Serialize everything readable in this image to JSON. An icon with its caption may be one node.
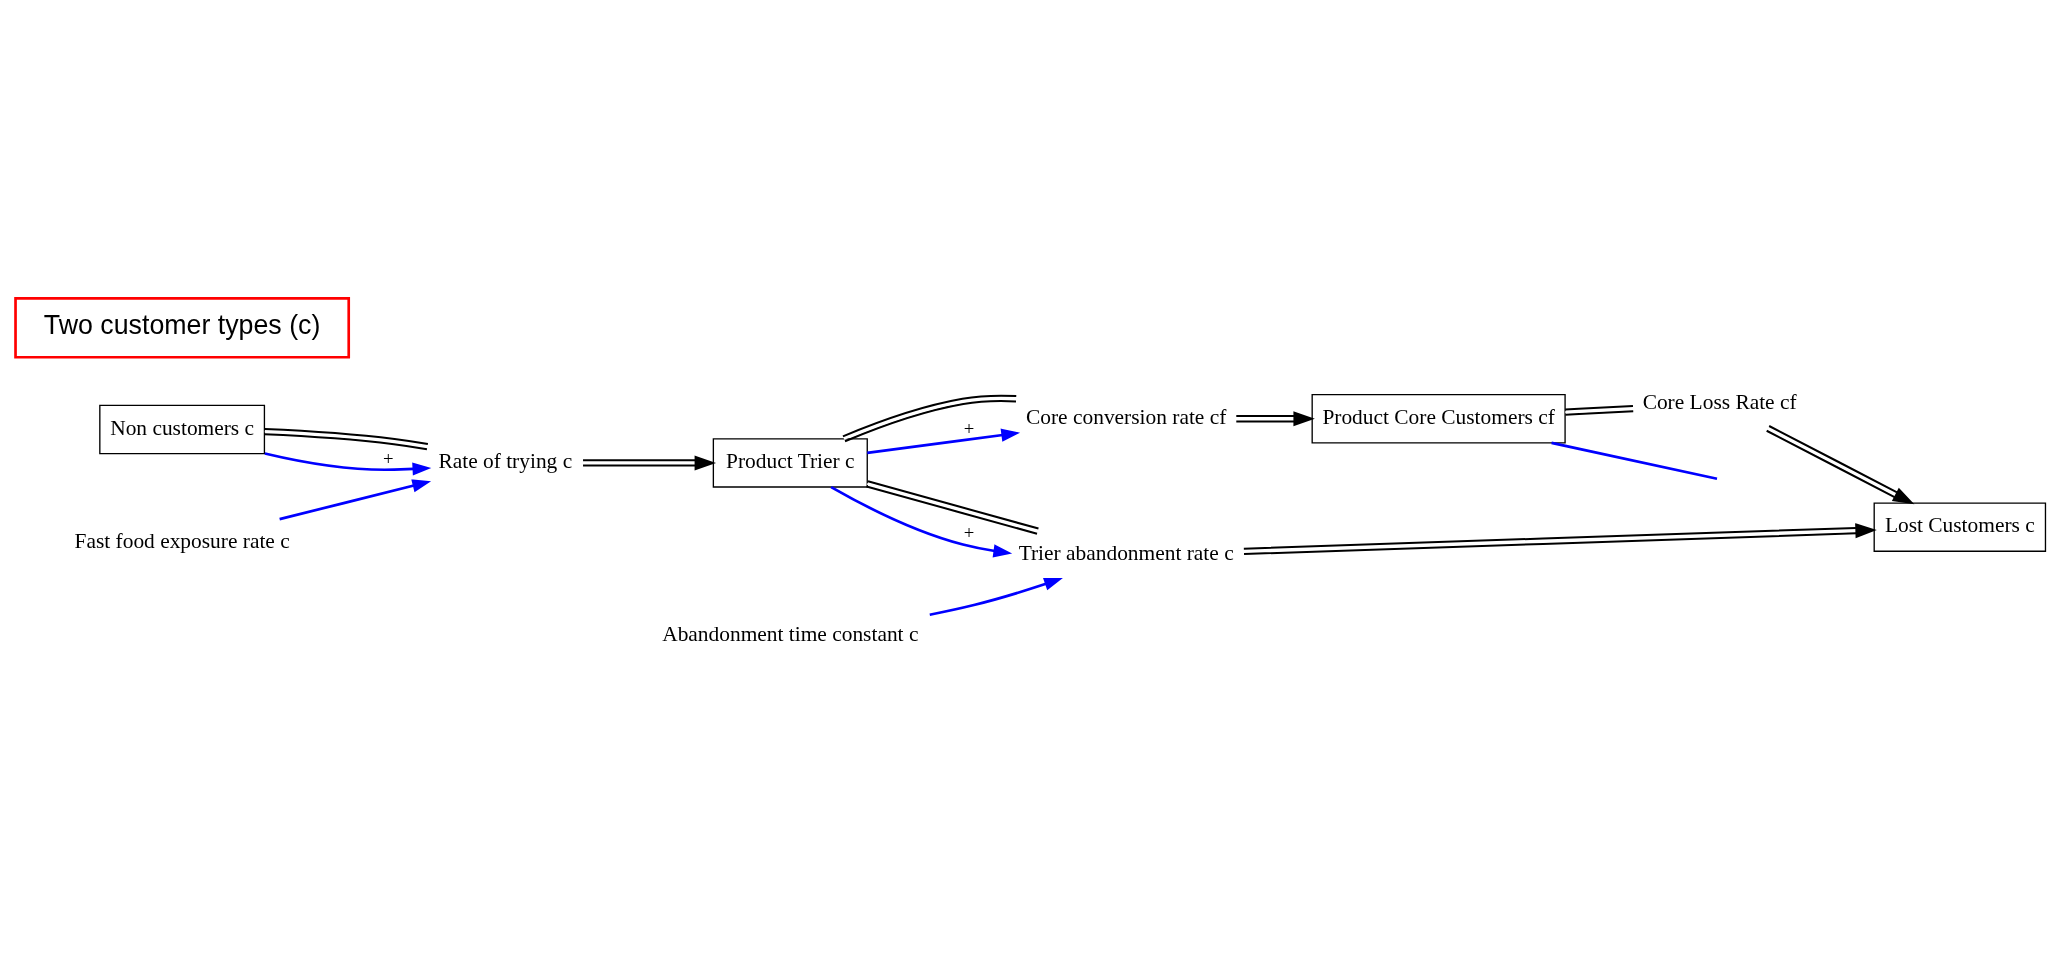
{
  "diagram": {
    "nodes": [
      {
        "text": [
          "Non customers c"
        ]
      },
      {
        "text": [
          "Product Trier c"
        ]
      },
      {
        "text": [
          "Product Core Customers cf"
        ]
      },
      {
        "text": [
          "Lost Customers c"
        ]
      },
      {
        "text": [
          "Rate of trying c"
        ]
      },
      {
        "text": [
          "Core conversion rate cf"
        ]
      },
      {
        "text": [
          "Trier abandonment rate c"
        ]
      },
      {
        "text": [
          "Core Loss Rate cf"
        ]
      },
      {
        "text": [
          "Fast food exposure rate c"
        ]
      },
      {
        "text": [
          "Abandonment time constant c"
        ]
      },
      {
        "text": [
          "Two customer types (c)"
        ]
      }
    ],
    "edges": [
      {
        "from": 0,
        "to": 4,
        "arrow": "none"
      },
      {
        "from": 4,
        "to": 1,
        "arrow": "to"
      },
      {
        "from": 1,
        "to": 5,
        "arrow": "none"
      },
      {
        "from": 5,
        "to": 2,
        "arrow": "to"
      },
      {
        "from": 1,
        "to": 6,
        "arrow": "none"
      },
      {
        "from": 6,
        "to": 3,
        "arrow": "to"
      },
      {
        "from": 2,
        "to": 7,
        "arrow": "none"
      },
      {
        "from": 7,
        "to": 3,
        "arrow": "to"
      },
      {
        "from": 0,
        "to": 4,
        "arrow": "to",
        "label": "+",
        "color": "#0000ff"
      },
      {
        "from": 1,
        "to": 5,
        "arrow": "to",
        "label": "+",
        "color": "#0000ff"
      },
      {
        "from": 1,
        "to": 6,
        "arrow": "to",
        "label": "+",
        "color": "#0000ff"
      },
      {
        "from": 8,
        "to": 4,
        "arrow": "to",
        "color": "#0000ff"
      },
      {
        "from": 9,
        "to": 6,
        "arrow": "to",
        "color": "#0000ff"
      },
      {
        "from": 2,
        "to": null,
        "arrow": "none",
        "color": "#0000ff"
      }
    ]
  }
}
